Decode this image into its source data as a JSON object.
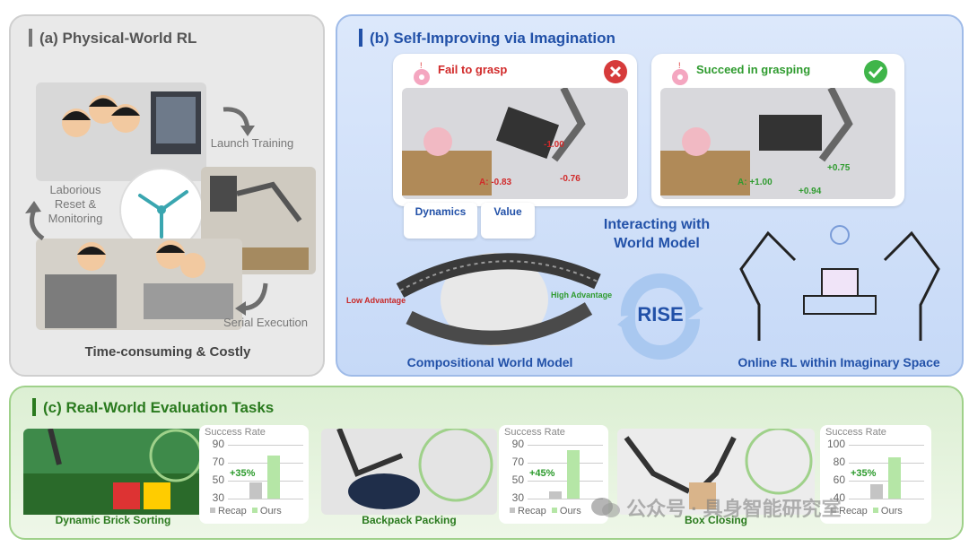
{
  "panel_a": {
    "title": "(a) Physical-World RL",
    "launch_training": "Launch Training",
    "laborious_reset": "Laborious\nReset &\nMonitoring",
    "serial_execution": "Serial Execution",
    "footer": "Time-consuming & Costly"
  },
  "panel_b": {
    "title": "(b) Self-Improving via Imagination",
    "fail_label": "Fail to grasp",
    "success_label": "Succeed in grasping",
    "fail_values": {
      "a": "A: -0.83",
      "v1": "-1.00",
      "v2": "-0.76"
    },
    "success_values": {
      "a": "A: +1.00",
      "v1": "+0.75",
      "v2": "+0.94"
    },
    "dynamics": "Dynamics",
    "value": "Value",
    "low_adv": "Low Advantage",
    "high_adv": "High Advantage",
    "interacting": "Interacting with\nWorld Model",
    "rise": "RISE",
    "compositional": "Compositional World Model",
    "online_rl": "Online RL within Imaginary Space"
  },
  "panel_c": {
    "title": "(c) Real-World Evaluation Tasks",
    "tasks": [
      {
        "name": "Dynamic Brick Sorting",
        "chart_title": "Success Rate",
        "ticks": [
          "90",
          "70",
          "50",
          "30"
        ],
        "delta": "+35%",
        "legend": [
          "Recap",
          "Ours"
        ]
      },
      {
        "name": "Backpack Packing",
        "chart_title": "Success Rate",
        "ticks": [
          "90",
          "70",
          "50",
          "30"
        ],
        "delta": "+45%",
        "legend": [
          "Recap",
          "Ours"
        ]
      },
      {
        "name": "Box Closing",
        "chart_title": "Success Rate",
        "ticks": [
          "100",
          "80",
          "60",
          "40"
        ],
        "delta": "+35%",
        "legend": [
          "Recap",
          "Ours"
        ]
      }
    ]
  },
  "watermark": "公众号 · 具身智能研究室"
}
